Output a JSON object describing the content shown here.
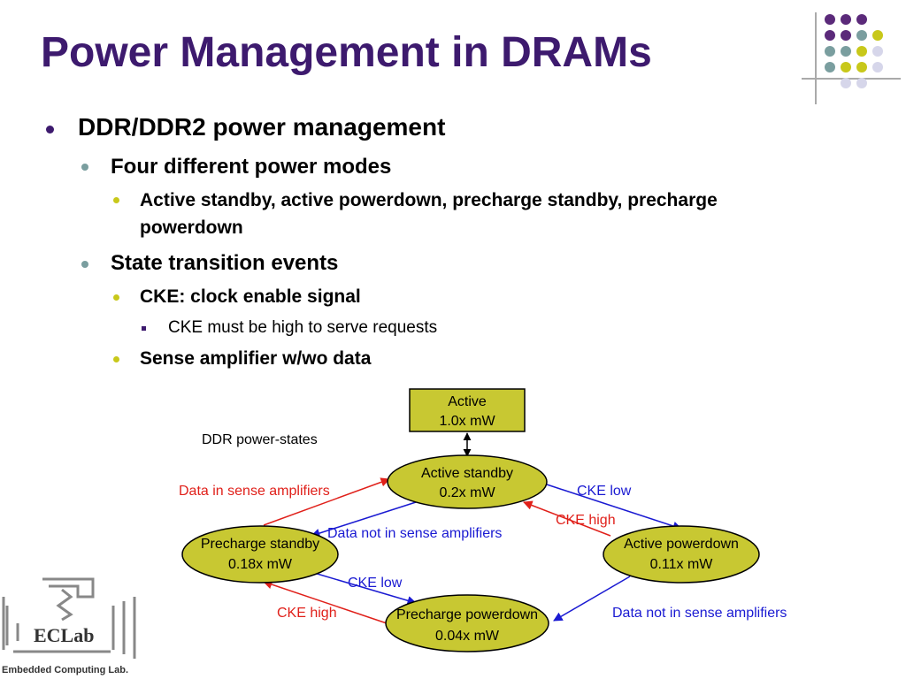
{
  "slide": {
    "title": "Power Management in DRAMs"
  },
  "bullets": {
    "b1": "DDR/DDR2 power management",
    "b1_1": "Four different power modes",
    "b1_1_1": "Active standby, active powerdown, precharge standby, precharge",
    "b1_1_1_cont": "powerdown",
    "b1_2": "State transition events",
    "b1_2_1": "CKE: clock enable signal",
    "b1_2_1_1": "CKE must be high to serve requests",
    "b1_2_2": "Sense amplifier w/wo data"
  },
  "diagram": {
    "caption": "DDR power-states",
    "active": {
      "name": "Active",
      "power": "1.0x mW"
    },
    "active_standby": {
      "name": "Active standby",
      "power": "0.2x mW"
    },
    "precharge_standby": {
      "name": "Precharge standby",
      "power": "0.18x mW"
    },
    "active_powerdown": {
      "name": "Active powerdown",
      "power": "0.11x mW"
    },
    "precharge_powerdown": {
      "name": "Precharge powerdown",
      "power": "0.04x mW"
    },
    "edges": {
      "data_in_sense": "Data in sense amplifiers",
      "cke_low_top": "CKE low",
      "cke_high_mid": "CKE high",
      "data_not_in_sense_mid": "Data not in sense amplifiers",
      "cke_low_bottom": "CKE low",
      "cke_high_bottom": "CKE high",
      "data_not_in_sense_right": "Data not in sense amplifiers"
    },
    "colors": {
      "node_fill": "#c8c832",
      "red": "#e0201a",
      "blue": "#1a1ad2",
      "purple": "#3d1a6e"
    }
  },
  "logo": {
    "text": "ECLab",
    "subtitle": "Embedded Computing Lab."
  }
}
